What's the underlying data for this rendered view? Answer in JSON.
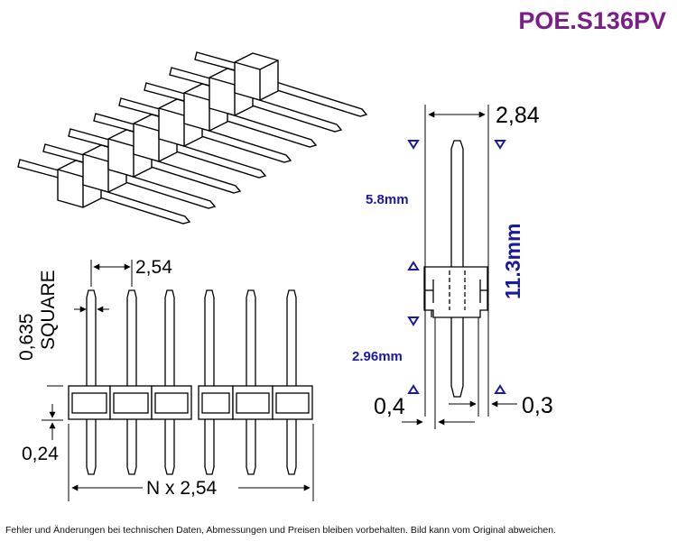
{
  "header": {
    "part_number": "POE.S136PV"
  },
  "dimensions": {
    "pitch": "2,54",
    "pin_size_value": "0,635",
    "pin_size_label": "SQUARE",
    "offset": "0,24",
    "total_length": "N x 2,54",
    "body_width": "2,84",
    "upper_pin_length": "5.8mm",
    "total_pin_length": "11.3mm",
    "lower_pin_length": "2.96mm",
    "left_gap": "0,4",
    "right_gap": "0,3"
  },
  "footer": {
    "disclaimer": "Fehler und Änderungen bei technischen Daten, Abmessungen und Preisen bleiben vorbehalten. Bild kann vom Original abweichen."
  },
  "colors": {
    "title": "#7a1f86",
    "blue_annotation": "#1a1aa0",
    "line": "#000000"
  }
}
